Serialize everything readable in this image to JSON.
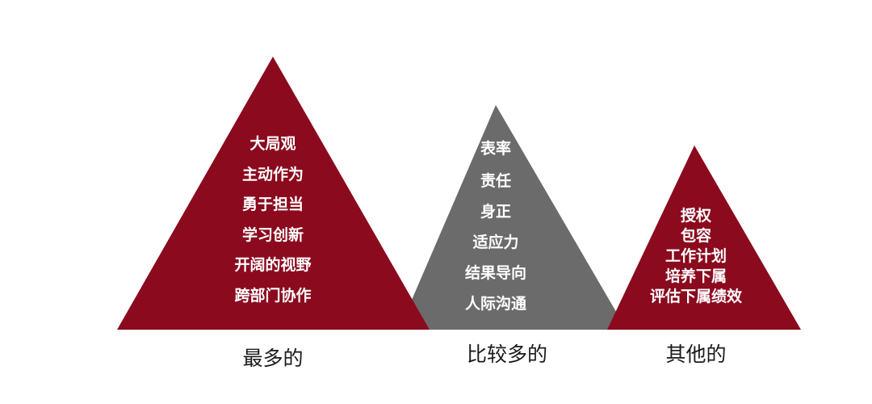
{
  "colors": {
    "accent_red": "#8b0a1e",
    "accent_gray": "#6b6b6b",
    "text_white": "#ffffff",
    "caption_text": "#1a1a1a"
  },
  "peaks": [
    {
      "caption": "最多的",
      "color": "#8b0a1e",
      "items": [
        "大局观",
        "主动作为",
        "勇于担当",
        "学习创新",
        "开阔的视野",
        "跨部门协作"
      ]
    },
    {
      "caption": "比较多的",
      "color": "#6b6b6b",
      "items": [
        "表率",
        "责任",
        "身正",
        "适应力",
        "结果导向",
        "人际沟通"
      ]
    },
    {
      "caption": "其他的",
      "color": "#8b0a1e",
      "items": [
        "授权",
        "包容",
        "工作计划",
        "培养下属",
        "评估下属绩效"
      ]
    }
  ]
}
